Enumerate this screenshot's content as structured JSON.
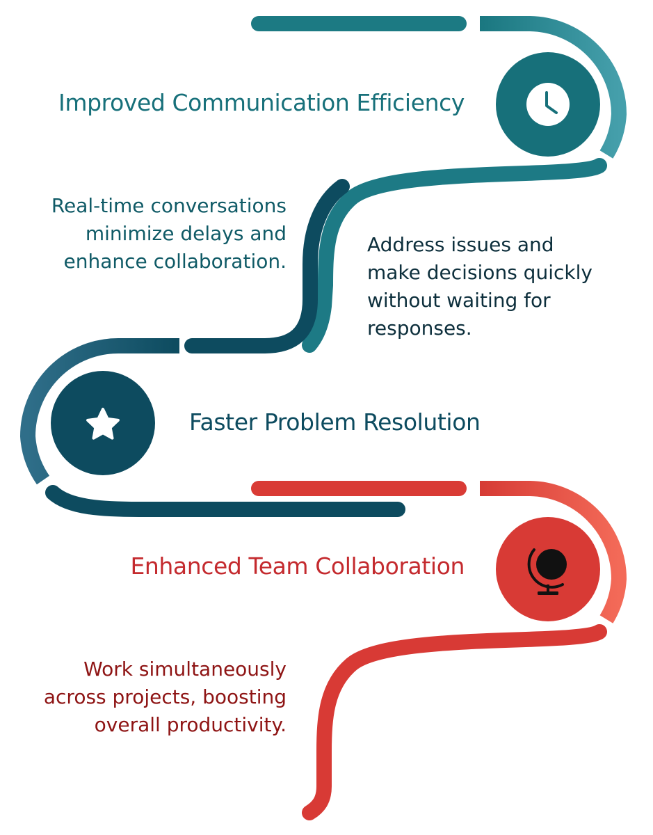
{
  "colors": {
    "teal_dark": "#17707a",
    "teal_light": "#3e9aa6",
    "navy": "#0d4b5f",
    "navy_light": "#2e6d87",
    "red": "#d83a35",
    "red_light": "#f06a58",
    "white": "#ffffff",
    "black": "#111111"
  },
  "steps": [
    {
      "title": "Improved Communication Efficiency",
      "icon": "clock-icon",
      "color": "#17707a",
      "description_lines": [
        "Real-time conversations",
        "minimize delays and",
        "enhance collaboration."
      ]
    },
    {
      "title": "Faster Problem Resolution",
      "icon": "star-icon",
      "color": "#0d4b5f",
      "description_lines": [
        "Address issues and",
        "make decisions quickly",
        "without waiting for",
        "responses."
      ]
    },
    {
      "title": "Enhanced Team Collaboration",
      "icon": "globe-icon",
      "color": "#d83a35",
      "description_lines": [
        "Work simultaneously",
        "across projects, boosting",
        "overall productivity."
      ]
    }
  ]
}
